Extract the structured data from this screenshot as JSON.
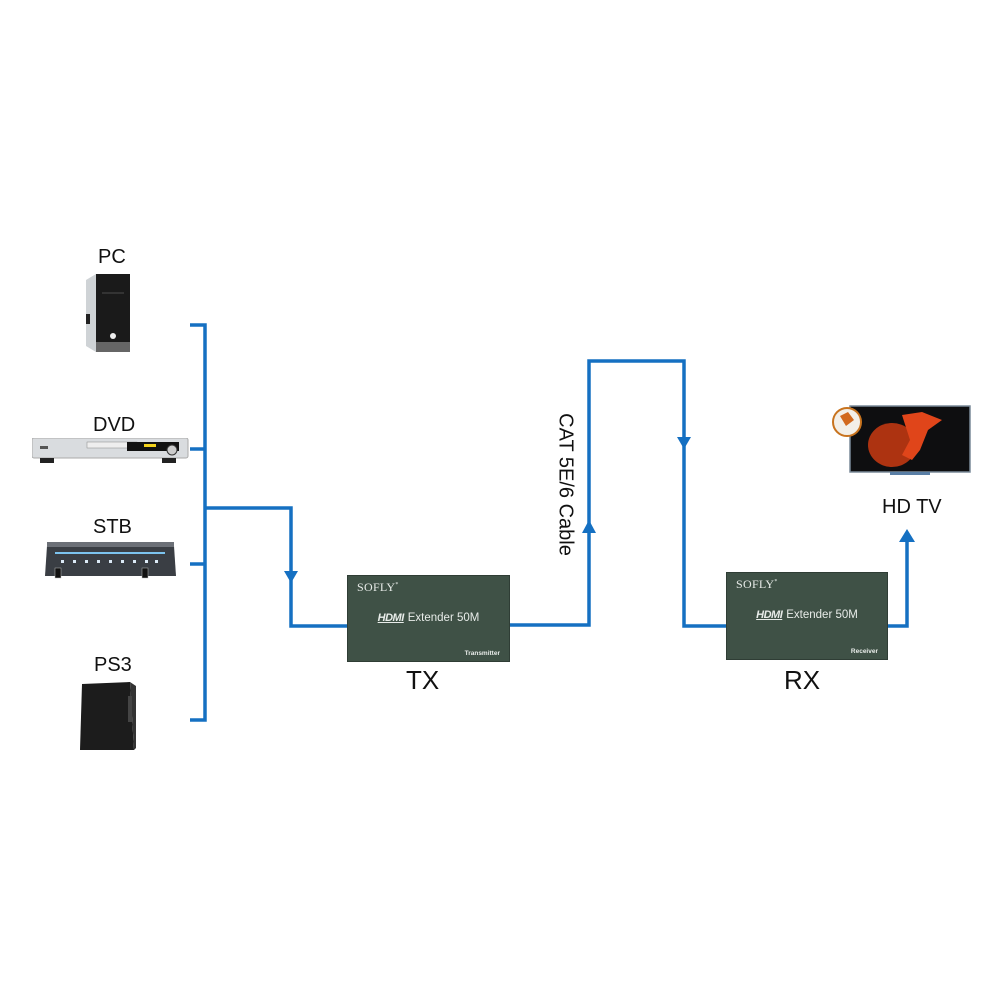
{
  "colors": {
    "wire": "#1570c2",
    "device_box": "#3f5146",
    "box_text": "#e8ece9"
  },
  "sources": [
    {
      "label": "PC",
      "icon": "pc-tower-icon"
    },
    {
      "label": "DVD",
      "icon": "dvd-player-icon"
    },
    {
      "label": "STB",
      "icon": "set-top-box-icon"
    },
    {
      "label": "PS3",
      "icon": "game-console-icon"
    }
  ],
  "transmitter": {
    "brand": "SOFLY",
    "brand_mark": "*",
    "hdmi_logo": "HDMI",
    "product": "Extender 50M",
    "role": "Transmitter",
    "caption": "TX"
  },
  "receiver": {
    "brand": "SOFLY",
    "brand_mark": "*",
    "hdmi_logo": "HDMI",
    "product": "Extender 50M",
    "role": "Receiver",
    "caption": "RX"
  },
  "cable": {
    "label": "CAT 5E/6 Cable"
  },
  "display": {
    "label": "HD TV",
    "icon": "hd-tv-icon"
  }
}
